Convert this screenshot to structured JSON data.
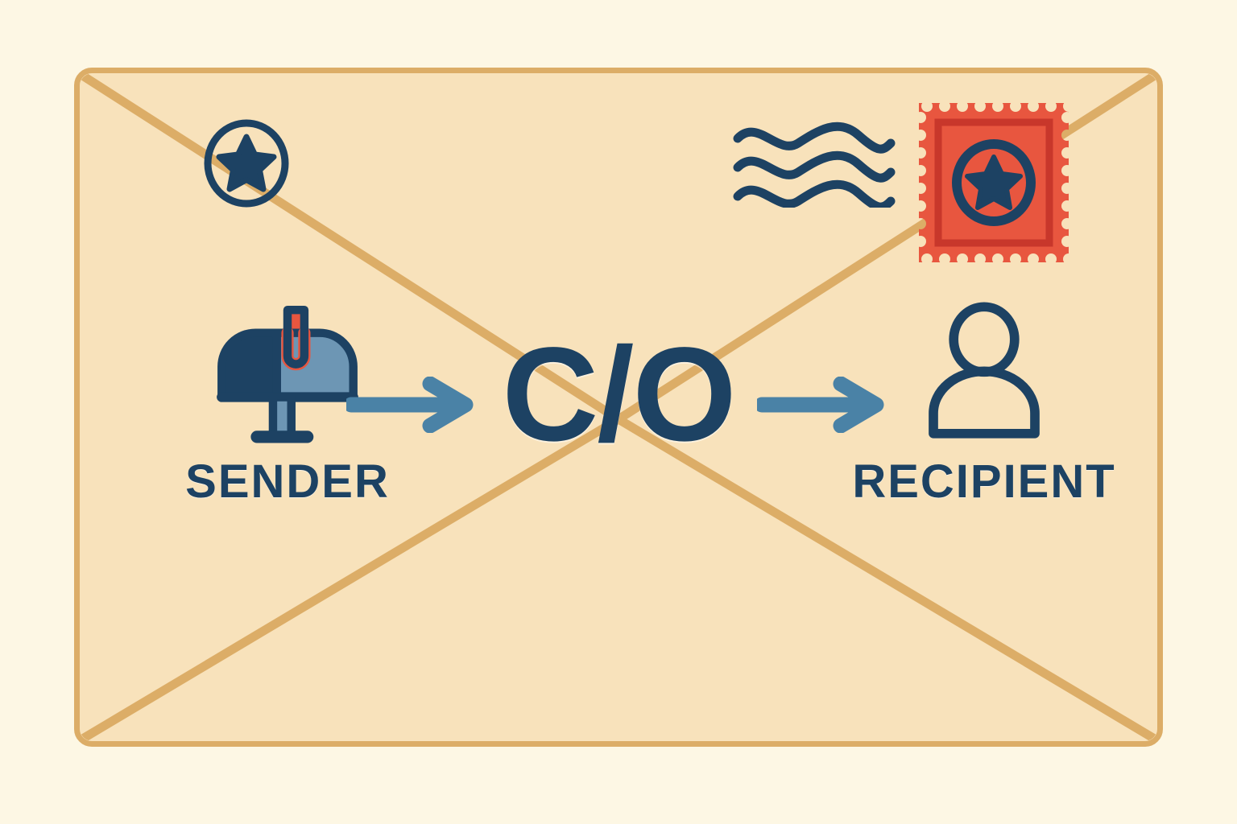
{
  "illustration": {
    "title": "C/O (care of) mail routing on an envelope",
    "background_color": "#fdf7e4"
  },
  "envelope": {
    "name": "envelope",
    "paper_color": "#f8e2bb",
    "border_color": "#dcad67",
    "flap_line_color": "#dcad67"
  },
  "decorations": {
    "badge": {
      "name": "circle-star-badge",
      "icon": "circle-star-icon",
      "color": "#1d4263"
    },
    "postmark": {
      "name": "postmark-waves",
      "icon": "wave-lines-icon",
      "color": "#1d4263",
      "wave_count": 3
    },
    "stamp": {
      "name": "postage-stamp",
      "icon": "stamp-icon",
      "fill": "#e8563f",
      "inner_border": "#c8372b",
      "emblem_color": "#1d4263",
      "emblem": "circle-star-icon"
    }
  },
  "flow": {
    "sender": {
      "label": "SENDER",
      "icon": "mailbox-icon",
      "icon_colors": {
        "body_dark": "#1d4263",
        "body_light": "#6d96b4",
        "flag": "#e8563f"
      }
    },
    "middle": {
      "label": "C/O",
      "color": "#1d4263"
    },
    "recipient": {
      "label": "RECIPIENT",
      "icon": "person-icon",
      "icon_color": "#1d4263"
    },
    "arrows": [
      {
        "name": "arrow-sender-to-co",
        "icon": "arrow-right-icon",
        "color": "#4a82a6"
      },
      {
        "name": "arrow-co-to-recipient",
        "icon": "arrow-right-icon",
        "color": "#4a82a6"
      }
    ]
  }
}
